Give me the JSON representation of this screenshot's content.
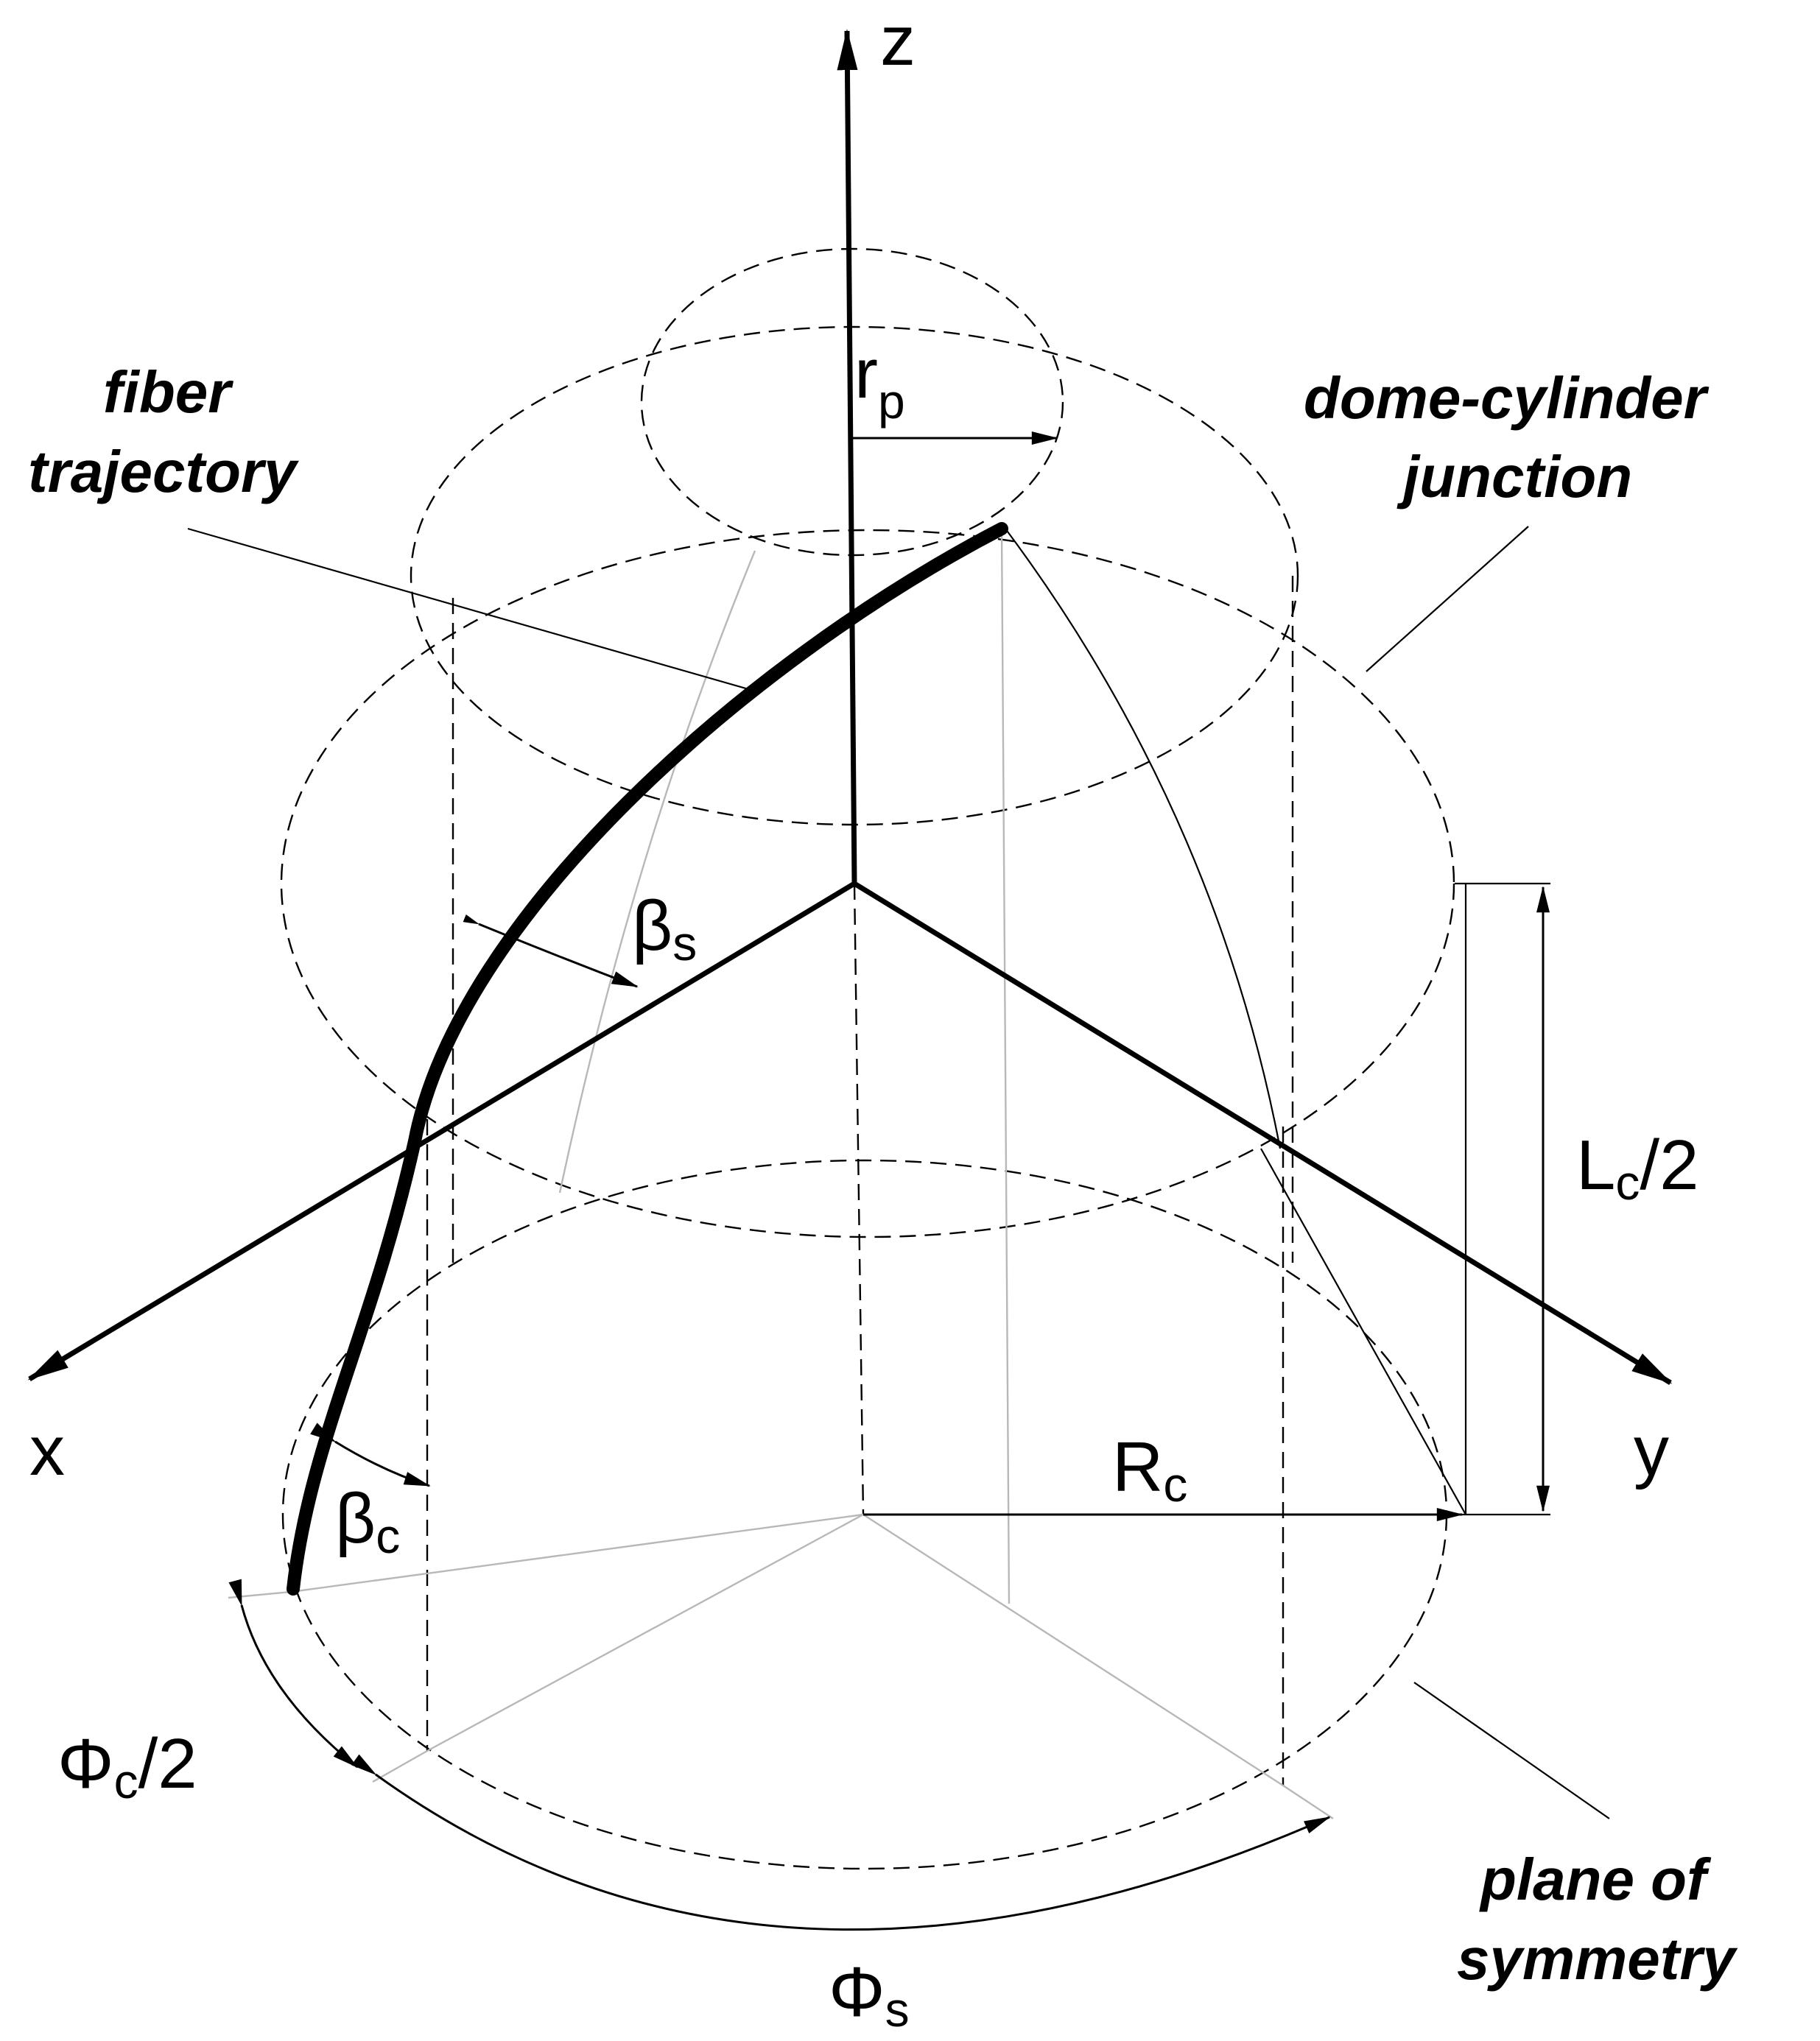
{
  "labels": {
    "z_axis": "z",
    "x_axis": "x",
    "y_axis": "y",
    "r_p": {
      "main": "r",
      "sub": "p"
    },
    "beta_s": {
      "main": "β",
      "sub": "s"
    },
    "beta_c": {
      "main": "β",
      "sub": "c"
    },
    "R_c": {
      "main": "R",
      "sub": "c"
    },
    "L_c_half": {
      "main": "L",
      "sub": "c",
      "tail": "/2"
    },
    "phi_c_half": {
      "main": "Φ",
      "sub": "c",
      "tail": "/2"
    },
    "phi_s": {
      "main": "Φ",
      "sub": "s"
    }
  },
  "annotations": {
    "fiber_trajectory": [
      "fiber",
      "trajectory"
    ],
    "dome_cylinder_junction": [
      "dome-cylinder",
      "junction"
    ],
    "plane_of_symmetry": [
      "plane of",
      "symmetry"
    ]
  }
}
